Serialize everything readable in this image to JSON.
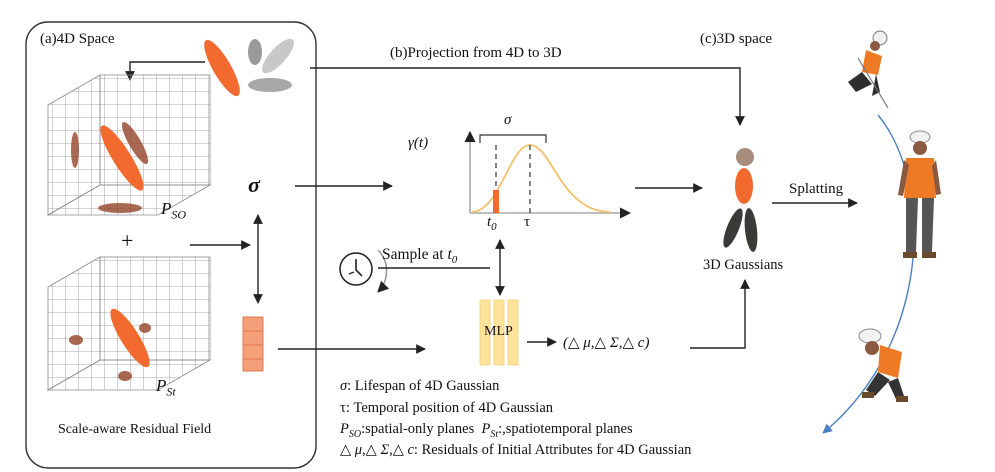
{
  "labels": {
    "space4d": "(a)4D Space",
    "projection": "(b)Projection from 4D to 3D",
    "space3d": "(c)3D space",
    "sigma": "σ",
    "plus": "+",
    "p_so_main": "P",
    "p_so_sub": "SO",
    "p_st_main": "P",
    "p_st_sub": "St",
    "gamma": "γ(t)",
    "sigma_bracket": "σ",
    "t0_main": "t",
    "t0_sub": "0",
    "tau": "τ",
    "sample_at": "Sample at",
    "sample_t_main": "t",
    "sample_t_sub": "0",
    "mlp": "MLP",
    "residuals": "(△ μ,△ Σ,△ c)",
    "gaussians3d": "3D Gaussians",
    "splatting": "Splatting",
    "residual_field": "Scale-aware Residual Field"
  },
  "legend": [
    {
      "sym": "σ",
      "text": ": Lifespan of 4D Gaussian"
    },
    {
      "sym": "τ",
      "text": ": Temporal position of 4D Gaussian"
    },
    {
      "sym": "P",
      "sub": "SO",
      "text": ":spatial-only planes",
      "sym2": "P",
      "sub2": "St",
      "text2": ":,spatiotemporal planes"
    },
    {
      "sym": "△ μ,△ Σ,△ c",
      "text": ": Residuals of Initial Attributes for 4D Gaussian"
    }
  ],
  "colors": {
    "orange": "#f26a2e",
    "brown": "#9a4e32",
    "gaussian_curve": "#f5c06a",
    "mlp_fill": "#ffe39a",
    "residual_bar": "#f5a07a",
    "grid": "#8c8c8c",
    "arrow": "#222222"
  },
  "icons": [
    "clock-icon",
    "worker-figure-icon"
  ]
}
